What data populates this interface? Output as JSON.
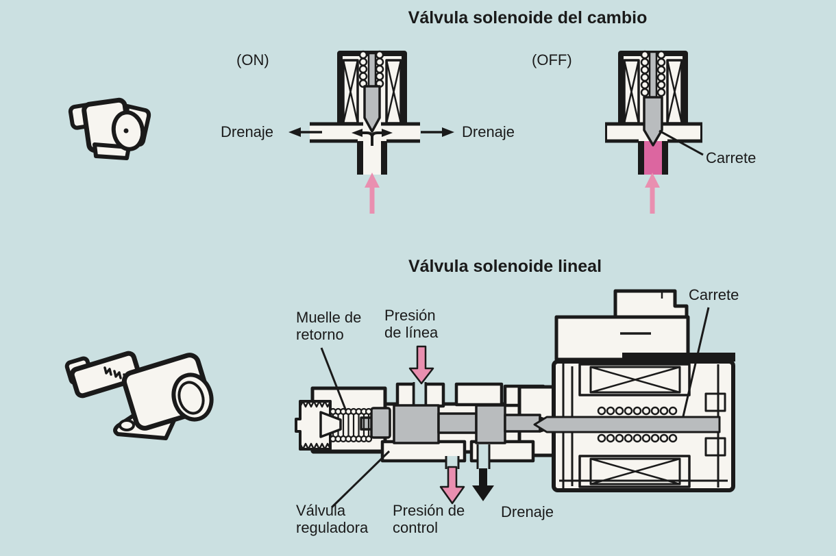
{
  "colors": {
    "background": "#cbe0e1",
    "ink": "#1a1a1a",
    "part_white": "#f7f5f0",
    "metal_gray": "#b9bcbe",
    "pink_arrow": "#e98fb0",
    "pink_fluid": "#dc66a0"
  },
  "shift_section": {
    "title": "Válvula solenoide del cambio",
    "on_label": "(ON)",
    "off_label": "(OFF)",
    "drain_left": "Drenaje",
    "drain_right": "Drenaje",
    "spool_label": "Carrete"
  },
  "linear_section": {
    "title": "Válvula solenoide lineal",
    "return_spring_line1": "Muelle de",
    "return_spring_line2": "retorno",
    "line_pressure_line1": "Presión",
    "line_pressure_line2": "de línea",
    "spool_label": "Carrete",
    "regulator_line1": "Válvula",
    "regulator_line2": "reguladora",
    "control_pressure_line1": "Presión de",
    "control_pressure_line2": "control",
    "drain_label": "Drenaje"
  }
}
